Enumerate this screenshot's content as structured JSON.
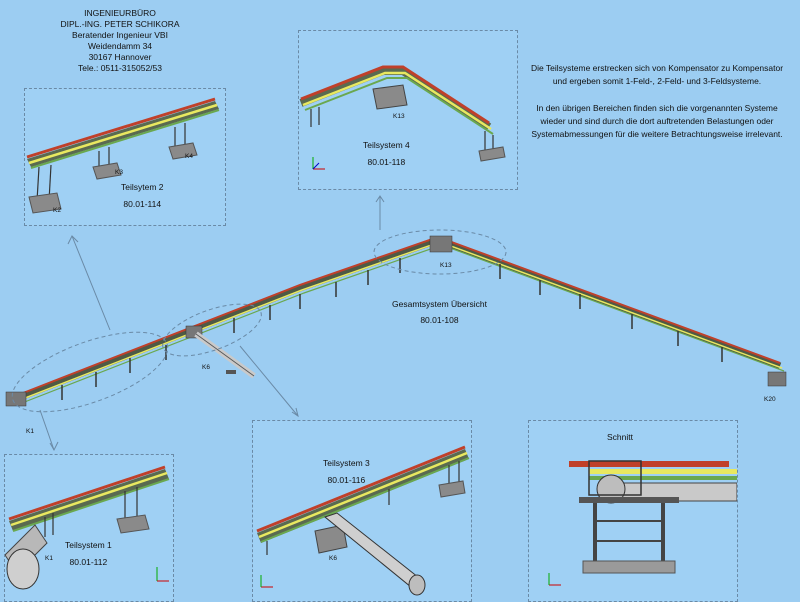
{
  "header": {
    "l1": "INGENIEURBÜRO",
    "l2": "DIPL.-ING. PETER SCHIKORA",
    "l3": "Beratender Ingenieur VBI",
    "l4": "Weidendamm 34",
    "l5": "30167 Hannover",
    "l6": "Tele.: 0511-315052/53"
  },
  "note": {
    "p1": "Die Teilsysteme erstrecken sich von Kompensator zu Kompensator und ergeben somit 1-Feld-, 2-Feld- und 3-Feldsysteme.",
    "p2": "In den übrigen Bereichen finden sich die vorgenannten Systeme wieder und sind durch die dort auftretenden Belastungen oder Systemabmessungen für die weitere Betrachtungsweise irrelevant."
  },
  "overview": {
    "title": "Gesamtsystem Übersicht",
    "code": "80.01-108"
  },
  "panels": {
    "ts2": {
      "title": "Teilsytem  2",
      "code": "80.01-114"
    },
    "ts4": {
      "title": "Teilsystem 4",
      "code": "80.01-118"
    },
    "ts1": {
      "title": "Teilsystem  1",
      "code": "80.01-112"
    },
    "ts3": {
      "title": "Teilsystem  3",
      "code": "80.01-116"
    },
    "schnitt": {
      "title": "Schnitt"
    }
  },
  "markers": {
    "k1": "K1",
    "k2": "K2",
    "k3": "K3",
    "k4": "K4",
    "k6": "K6",
    "k13": "K13",
    "k20": "K20"
  },
  "colors": {
    "background": "#9ccdf2",
    "steel": "#3a3a3a",
    "pipe_red": "#c0402a",
    "pipe_yellow": "#e8e860",
    "pipe_green": "#6aa84f",
    "concrete": "#9a9a9a"
  }
}
